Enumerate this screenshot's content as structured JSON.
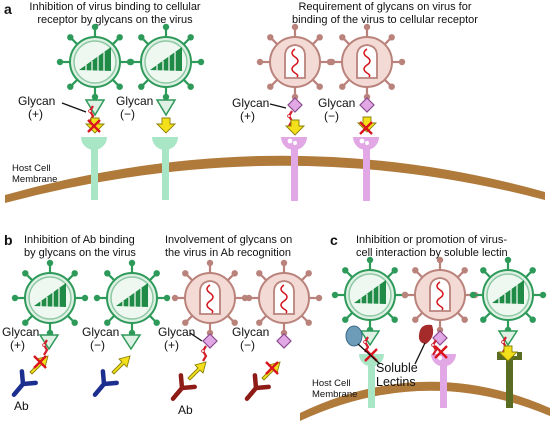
{
  "panel_a": {
    "letter": "a",
    "left_title_1": "Inhibition of virus binding to cellular",
    "left_title_2": "receptor by glycans on the virus",
    "right_title_1": "Requirement of glycans on virus for",
    "right_title_2": "binding of the virus to cellular receptor",
    "glycan": "Glycan",
    "plus": "(+)",
    "minus": "(−)",
    "membrane_1": "Host Cell",
    "membrane_2": "Membrane"
  },
  "panel_b": {
    "letter": "b",
    "left_title_1": "Inhibition of Ab binding",
    "left_title_2": "by glycans on the virus",
    "right_title_1": "Involvement of glycans on",
    "right_title_2": "the virus in Ab recognition",
    "glycan": "Glycan",
    "plus": "(+)",
    "minus": "(−)",
    "ab": "Ab"
  },
  "panel_c": {
    "letter": "c",
    "title_1": "Inhibition or promotion of virus-",
    "title_2": "cell interaction by soluble lectin",
    "lectins_1": "Soluble",
    "lectins_2": "Lectins",
    "membrane_1": "Host Cell",
    "membrane_2": "Membrane"
  },
  "colors": {
    "virus_green": "#2e9a5a",
    "virus_green_fill": "#dff1e4",
    "virus_pink": "#b9837c",
    "virus_pink_fill": "#f4dad5",
    "receptor_green": "#a8e6c6",
    "receptor_pink": "#e2a8e6",
    "receptor_olive": "#5a6b22",
    "membrane_brown": "#b07a3b",
    "arrow_yellow": "#f3e01a",
    "ab_blue": "#1c2f8f",
    "ab_red": "#8e1b16",
    "lectin_blue": "#6d9cb8",
    "lectin_red": "#a52a2a"
  }
}
